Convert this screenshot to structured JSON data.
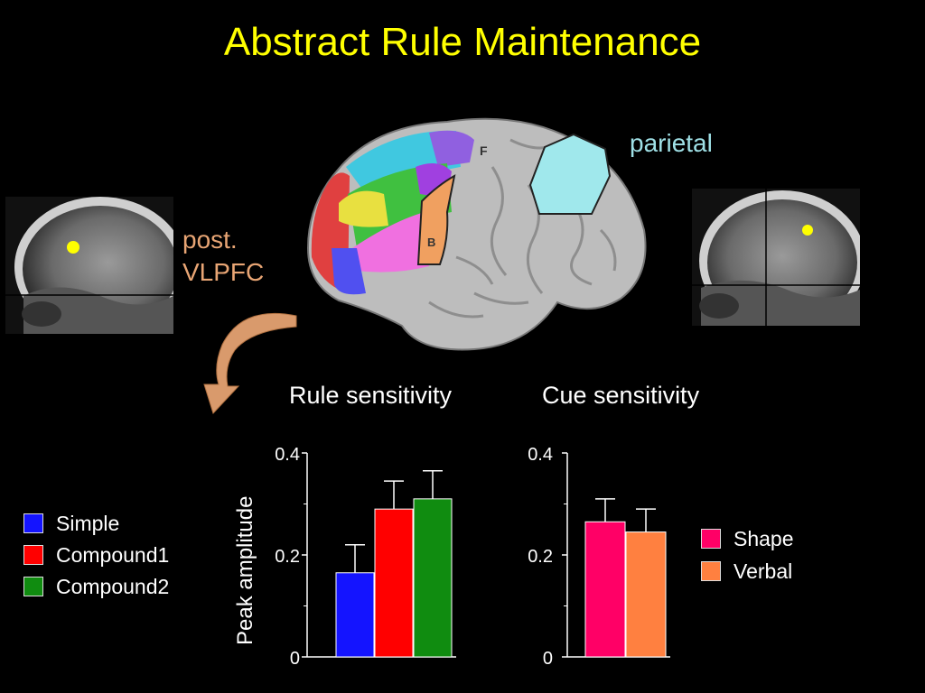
{
  "title": "Abstract Rule Maintenance",
  "brain_labels": {
    "parietal": "parietal",
    "post": "post.",
    "vlpfc": "VLPFC",
    "marker_f": "F",
    "marker_b": "B"
  },
  "colors": {
    "title": "#ffff00",
    "parietal": "#9fe0e6",
    "vlpfc": "#e8a574",
    "arrow": "#d99a6c"
  },
  "chart_data": [
    {
      "type": "bar",
      "title": "Rule sensitivity",
      "ylabel": "Peak amplitude",
      "ylim": [
        0,
        0.4
      ],
      "yticks": [
        "0",
        "0.2",
        "0.4"
      ],
      "series": [
        {
          "name": "Simple",
          "color": "#1414ff",
          "value": 0.165,
          "error": 0.055
        },
        {
          "name": "Compound1",
          "color": "#ff0000",
          "value": 0.29,
          "error": 0.055
        },
        {
          "name": "Compound2",
          "color": "#108c10",
          "value": 0.31,
          "error": 0.055
        }
      ],
      "legend": "left"
    },
    {
      "type": "bar",
      "title": "Cue sensitivity",
      "ylim": [
        0,
        0.4
      ],
      "yticks": [
        "0",
        "0.2",
        "0.4"
      ],
      "series": [
        {
          "name": "Shape",
          "color": "#ff0066",
          "value": 0.265,
          "error": 0.045
        },
        {
          "name": "Verbal",
          "color": "#ff8040",
          "value": 0.245,
          "error": 0.045
        }
      ],
      "legend": "right"
    }
  ]
}
